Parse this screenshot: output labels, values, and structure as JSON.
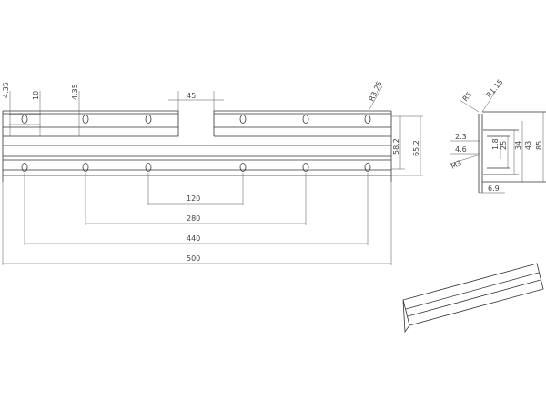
{
  "front_view": {
    "dims": {
      "hole_offset_top": "4.35",
      "slot_width": "10",
      "hole_offset_2": "4.35",
      "gap": "45",
      "radius": "R3.25",
      "h1": "58.2",
      "h2": "65.2",
      "d120": "120",
      "d280": "280",
      "d440": "440",
      "d500": "500"
    }
  },
  "side_view": {
    "dims": {
      "r5": "R5",
      "r115": "R1.15",
      "t23": "2.3",
      "t46": "4.6",
      "m3": "M3",
      "h18": "1.8",
      "h25": "25",
      "h34": "34",
      "h43": "43",
      "h85": "85",
      "w69": "6.9"
    }
  }
}
